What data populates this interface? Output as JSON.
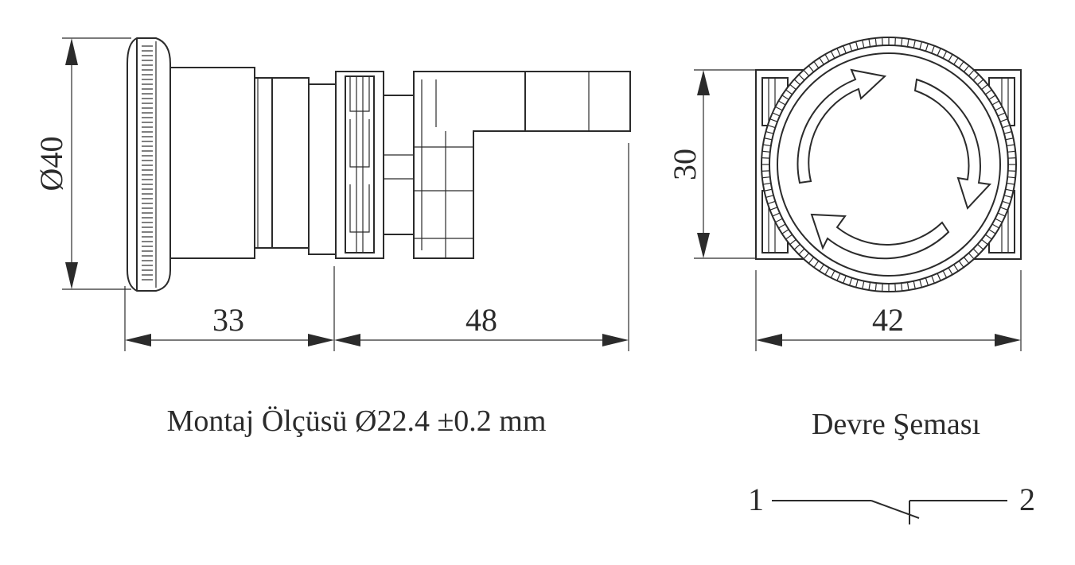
{
  "dimensions": {
    "diameter": "Ø40",
    "length_front": "33",
    "length_back": "48",
    "height": "30",
    "width": "42"
  },
  "captions": {
    "mounting": "Montaj Ölçüsü Ø22.4 ±0.2 mm",
    "circuit": "Devre Şeması"
  },
  "circuit": {
    "terminal_1": "1",
    "terminal_2": "2"
  }
}
